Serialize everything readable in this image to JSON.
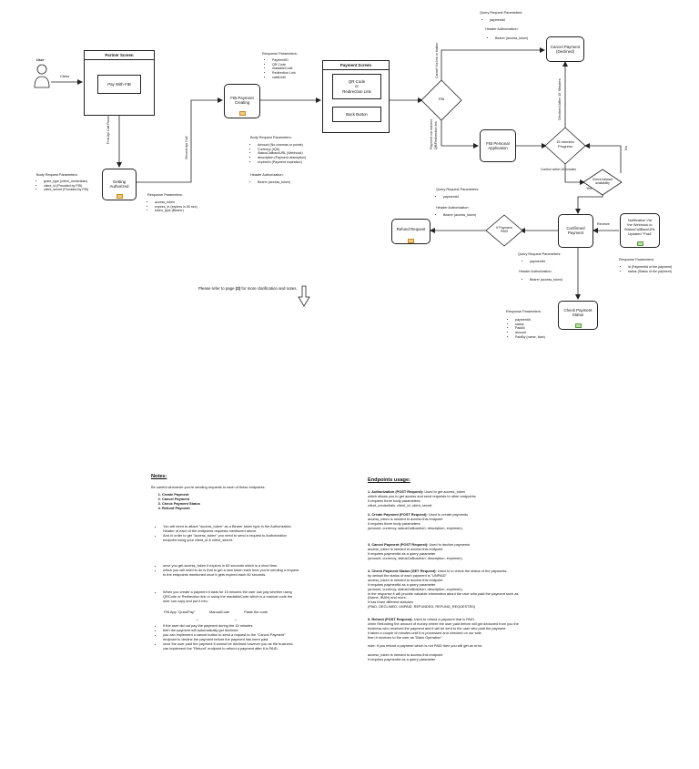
{
  "flow": {
    "user_label": "User",
    "clicks_label": "Clicks",
    "partner_screen_title": "Partner Screen",
    "pay_with_fib": "Pay With FIB",
    "first_api_note": "First Api Call Flows",
    "getting_authorized": "Getting\nAuthorized",
    "second_api_note": "Second Api Call",
    "fib_payment_creating": "FIB Payment\nCreating",
    "payment_screen_title": "Payment Screen",
    "qr_code_box": "QR Code\nor\nRedirection Link",
    "back_button": "Back Button",
    "fib_diamond": "FIB",
    "cancel_payment": "Cancel Payment\n(Declined)",
    "fib_personal_app": "FIB Personal\nApplication",
    "progress_15": "15 minutes\nProgress",
    "declined_after": "Declined After 15 Minutes",
    "confirm_within": "Confirm within 15 minutes",
    "check_balance": "Check balance\navailability",
    "no_label": "No",
    "yes_label": "Yes",
    "confirmed_payment": "Confirmed\nPayment",
    "receive_label": "Receive",
    "notification": "Notification Via\nthe Webhook to\nStatusCallBackURL\nUpdated \"Paid\"",
    "if_payment_paid": "If Payment\nPAID",
    "refund_request": "Refund Request",
    "check_payment_status": "Check Payment\nStatus",
    "cancel_via_link": "Cancel Via link or button",
    "payment_via_link": "Payment via redirect\nQR/Redirection link",
    "refer_note_before": "Please refer to page ",
    "refer_note_page": "(2)",
    "refer_note_after": " for more clarification and notes."
  },
  "params": {
    "auth_body_head": "Body  Request Parameters:",
    "auth_body_items": [
      "grant_type  (client_credentials)",
      "client_id  (Provided by FIB)",
      "client_secret  (Provided by FIB)"
    ],
    "auth_response_head": "Response Parameters:",
    "auth_response_items": [
      "access_token",
      "expires_in (expires in 60 sec)",
      "token_type (Bearer)"
    ],
    "create_response_head": "Response Parameters:",
    "create_response_items": [
      "PaymentID",
      "QR Code",
      "readableCode",
      "Redirection Link",
      "validUntil"
    ],
    "create_body_head": "Body Request Parameters:",
    "create_body_items": [
      "Amount (No commas or points)",
      "Currency (IQD)",
      "StatusCallbackURL (Webhook)",
      "description (Payment description)",
      "expiresIn (Payment expiration)"
    ],
    "create_header_head": "Header Authorization:",
    "create_header_items": [
      "Bearer (access_token)"
    ],
    "cancel_query_head": "Query  Request Parameters:",
    "cancel_query_items": [
      "paymentId"
    ],
    "cancel_header_head": "Header Authorization:",
    "cancel_header_items": [
      "Bearer (access_token)"
    ],
    "refund_query_head": "Query Request Parameters:",
    "refund_query_items": [
      "paymentId"
    ],
    "refund_header_head": "Header Authorization:",
    "refund_header_items": [
      "Bearer (access_token)"
    ],
    "webhook_response_head": "Response Parameters:",
    "webhook_response_items": [
      "id (PaymentId of the payment)",
      "status (Status of the payment)"
    ],
    "status_query_head": "Query Request Parameters:",
    "status_query_items": [
      "paymentId"
    ],
    "status_header_head": "Header Authorization:",
    "status_header_items": [
      "Bearer (access_token)"
    ],
    "status_response_head": "Response Parameters:",
    "status_response_items": [
      "paymentId",
      "status",
      "PaidAt",
      "amount",
      "PaidBy (name, Iban)"
    ]
  },
  "notes": {
    "title": "Notes:",
    "intro": "Be careful whenever you're sending requests to each of these endpoints:",
    "endpoints": [
      "Create Payment",
      "Cancel Payment",
      "Check Payment Status",
      "Refund Payment"
    ],
    "group1": [
      "You will need to attach \"access_token\" as a Bearer token type in the Authorization\nHeader of each of the endpoints requests mentioned above.",
      "And in order to get \"access_token\" you need to send a request to Authorization\nendpoint using your client_id & client_secret."
    ],
    "group2": [
      "once you get access_token it expires in 60 seconds which is a short time.",
      "which you will need to do is that to get a new token each time you're sending a request\nto the endpoints mentioned once it gets expired each 60 seconds."
    ],
    "group3": [
      "When you create a payment it lasts for 15 minutes the user can pay whether using\nQRCode or Redirection link or using the readableCode which is a manual code the\nuser can copy and put it into:"
    ],
    "fib_app": "FIB App \"QuickPay\"",
    "manual_code": "ManualCode",
    "paste_code": "Paste the code",
    "group4": [
      "If the user did not pay the payment during the 15 minutes",
      "then the payment will automatically get declined",
      "you can implement a cancel button to send a request to the \"Cancel Payment\"\nendpoint to decline the payment before the payment has been paid.",
      "once the user paid the payment it cannot be declined however you as the business\ncan implement the \"Refund\" endpoint to refund a payment after it is PAID."
    ]
  },
  "endpoints": {
    "title": "Endpoints usage:",
    "items": [
      {
        "title": "1. Authorization (POST Request):",
        "body": " Used to get  access_token\nwhich allows you to get access and send requests to other endpoints.\nit requires three body parameters:\nclient_credentials, client_id, client_secret"
      },
      {
        "title": "2. Create Payment (POST Request):",
        "body": " Used to create payments\naccess_token is needed to access this endpoint\nit requires three body parameters:\n(amount, currency, statusCallbackUrl, description, expiresIn)."
      },
      {
        "title": "3. Cancel Payment (POST Request):",
        "body": " Used to decline payments\naccess_token is needed to access this endpoint\nit requires paymentId as a query parameter\n(amount, currency, statusCallbackUrl, description, expiresIn)."
      },
      {
        "title": "4. Check Payment Status (GET Request):",
        "body": " Used to to check the status of the payments.\nby default the status of each payment is \"UNPAID\"\naccess_token is needed to access this endpoint\nit requires paymentId as a query parameter\n(amount, currency, statusCallbackUrl, description, expiresIn).\nin the response it will provide valuable information about the user who paid the payment such as\n(Name, IBAN) and more...\nit has three different statuses\n(PAID, DECLINED, UNPAID, REFUNDED, REFUND_REQUESTED)"
      },
      {
        "title": "5. Refund (POST Request):",
        "body": " Used to refund a payment that is PAID.\nwhen Refunding the amount of money where the user paid before will get deducted from you the\nbusiness who received the payment and it will be sent to the user who paid the payment.\nit takes a couple of minutes until it is processed and checked on our side\nthen it receives to the user as \"Bank Operation\".\n\nnote: if you refund a payment which is not PAID then you will get an error.\n\naccess_token is needed to access this endpoint\nit requires paymentId as a query parameter"
      }
    ]
  }
}
